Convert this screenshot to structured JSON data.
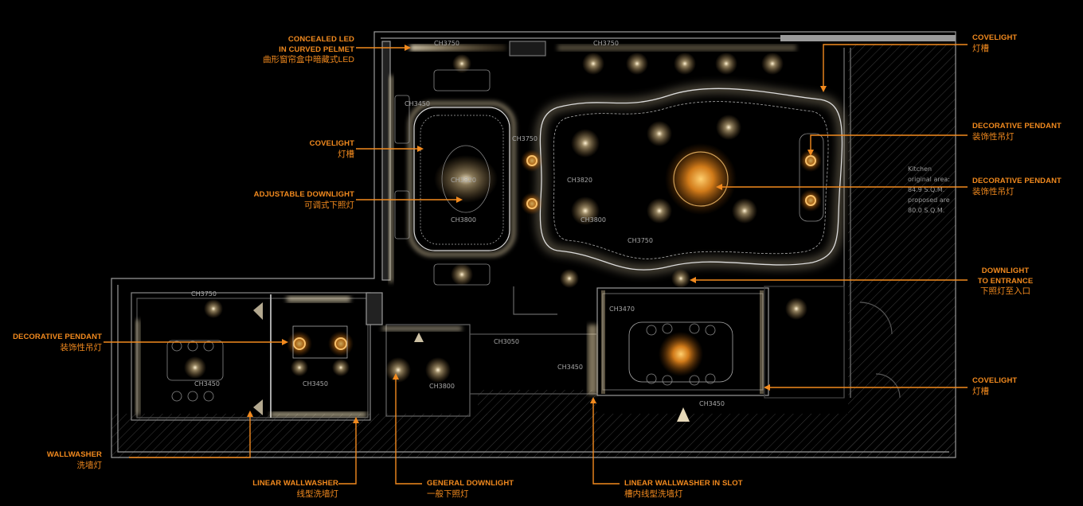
{
  "callouts": {
    "concealed_led": {
      "en1": "CONCEALED LED",
      "en2": "IN CURVED PELMET",
      "cn": "曲形窗帘盒中暗藏式LED"
    },
    "covelight_left": {
      "en": "COVELIGHT",
      "cn": "灯槽"
    },
    "adjustable_downlight": {
      "en": "ADJUSTABLE DOWNLIGHT",
      "cn": "可调式下照灯"
    },
    "decorative_pendant_left": {
      "en": "DECORATIVE PENDANT",
      "cn": "装饰性吊灯"
    },
    "wallwasher": {
      "en": "WALLWASHER",
      "cn": "洗墙灯"
    },
    "linear_wallwasher": {
      "en": "LINEAR WALLWASHER",
      "cn": "线型洗墙灯"
    },
    "general_downlight": {
      "en": "GENERAL DOWNLIGHT",
      "cn": "一般下照灯"
    },
    "linear_wallwasher_slot": {
      "en": "LINEAR WALLWASHER IN SLOT",
      "cn": "槽内线型洗墙灯"
    },
    "covelight_top_right": {
      "en": "COVELIGHT",
      "cn": "灯槽"
    },
    "decorative_pendant_r1": {
      "en": "DECORATIVE PENDANT",
      "cn": "装饰性吊灯"
    },
    "decorative_pendant_r2": {
      "en": "DECORATIVE PENDANT",
      "cn": "装饰性吊灯"
    },
    "downlight_entrance": {
      "en1": "DOWNLIGHT",
      "en2": "TO ENTRANCE",
      "cn": "下照灯至入口"
    },
    "covelight_bottom_right": {
      "en": "COVELIGHT",
      "cn": "灯槽"
    }
  },
  "ceiling_heights": {
    "ch3750_a": "CH3750",
    "ch3750_b": "CH3750",
    "ch3450_a": "CH3450",
    "ch3750_c": "CH3750",
    "ch3820_a": "CH3820",
    "ch3800_a": "CH3800",
    "ch3820_b": "CH3820",
    "ch3800_b": "CH3800",
    "ch3750_d": "CH3750",
    "ch3750_e": "CH3750",
    "ch3450_b": "CH3450",
    "ch3450_c": "CH3450",
    "ch3050": "CH3050",
    "ch3800_c": "CH3800",
    "ch3470": "CH3470",
    "ch3450_d": "CH3450",
    "ch3450_e": "CH3450"
  },
  "kitchen_note": [
    "Kitchen",
    "original area:",
    "84.9 S.Q.M.",
    "proposed are",
    "80.0 S.Q.M."
  ],
  "colors": {
    "accent": "#f28a1e",
    "glow": "#ffd9a0",
    "line": "#bdbdbd",
    "background": "#000000"
  }
}
